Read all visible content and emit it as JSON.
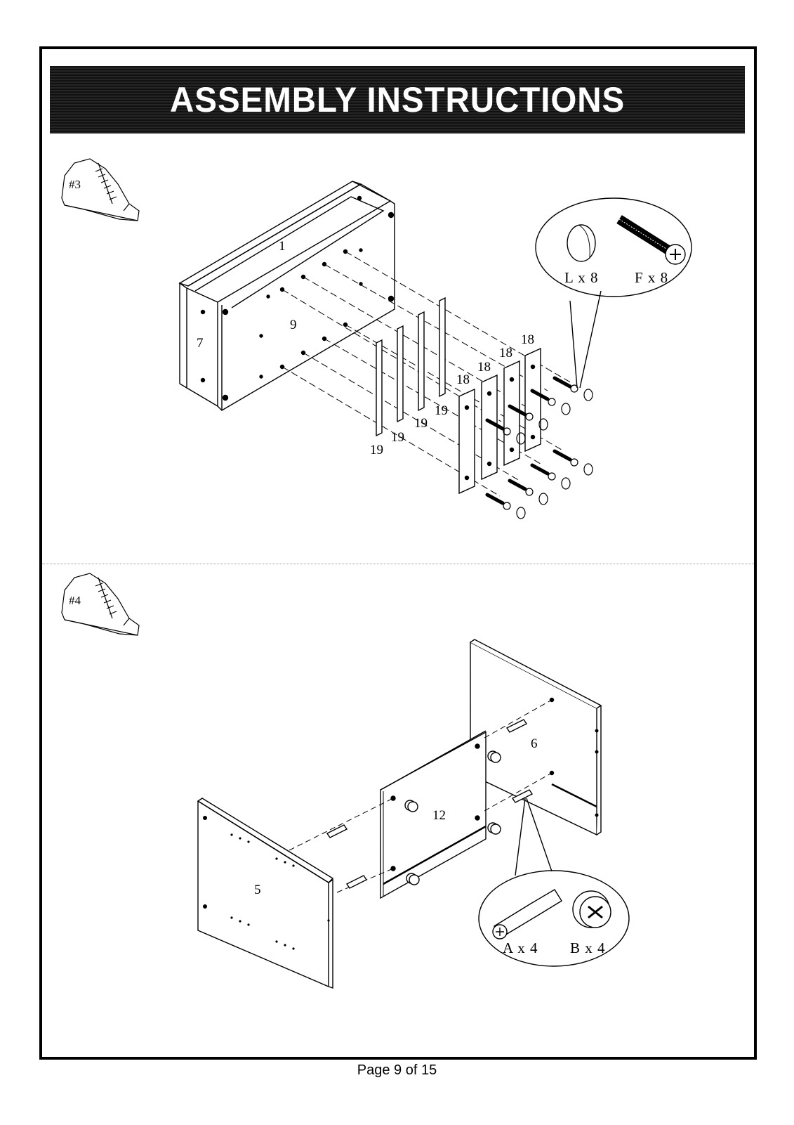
{
  "header": {
    "title": "ASSEMBLY INSTRUCTIONS"
  },
  "steps": [
    {
      "badge": "#3",
      "part_labels": [
        "1",
        "7",
        "9",
        "18",
        "18",
        "18",
        "18",
        "19",
        "19",
        "19",
        "19"
      ],
      "hardware": [
        {
          "label": "L x 8"
        },
        {
          "label": "F x 8"
        }
      ]
    },
    {
      "badge": "#4",
      "part_labels": [
        "6",
        "12",
        "5"
      ],
      "hardware": [
        {
          "label": "A x 4"
        },
        {
          "label": "B x 4"
        }
      ]
    }
  ],
  "footer": {
    "page": "Page 9 of 15"
  }
}
